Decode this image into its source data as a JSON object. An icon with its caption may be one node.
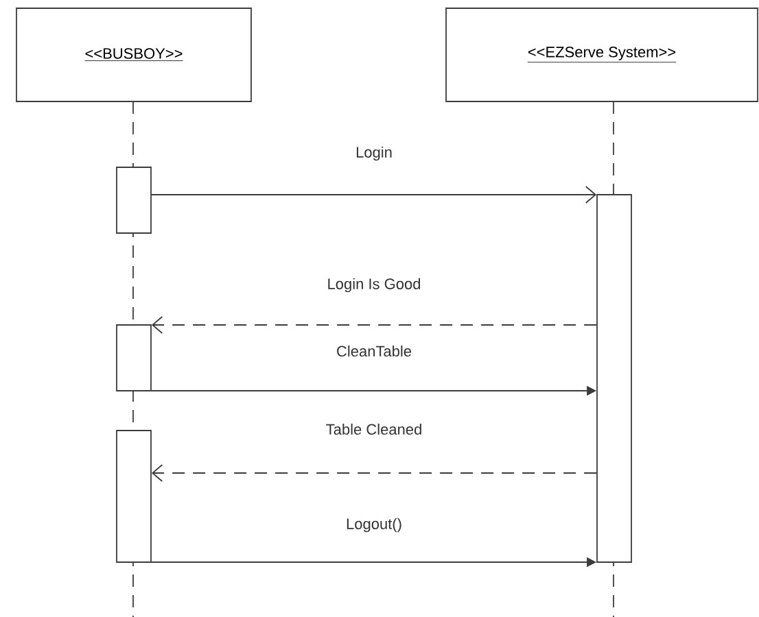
{
  "diagram": {
    "nodes": [
      {
        "text": [
          "<<BUSBOY>>"
        ]
      },
      {
        "text": [
          "<<EZServe System>>"
        ]
      },
      {
        "text": [],
        "shape": "bar"
      },
      {
        "text": [],
        "shape": "bar"
      },
      {
        "text": [],
        "shape": "bar"
      },
      {
        "text": [],
        "shape": "bar"
      }
    ],
    "edges": [
      {
        "from": 2,
        "to": 3,
        "arrow": "to",
        "label": "Login"
      },
      {
        "from": 3,
        "to": 4,
        "arrow": "to",
        "label": "Login Is Good",
        "style": "dashed"
      },
      {
        "from": 4,
        "to": 3,
        "arrow": "to",
        "label": "CleanTable"
      },
      {
        "from": 3,
        "to": 5,
        "arrow": "to",
        "label": "Table Cleaned",
        "style": "dashed"
      },
      {
        "from": 5,
        "to": 3,
        "arrow": "to",
        "label": "Logout()"
      }
    ]
  }
}
